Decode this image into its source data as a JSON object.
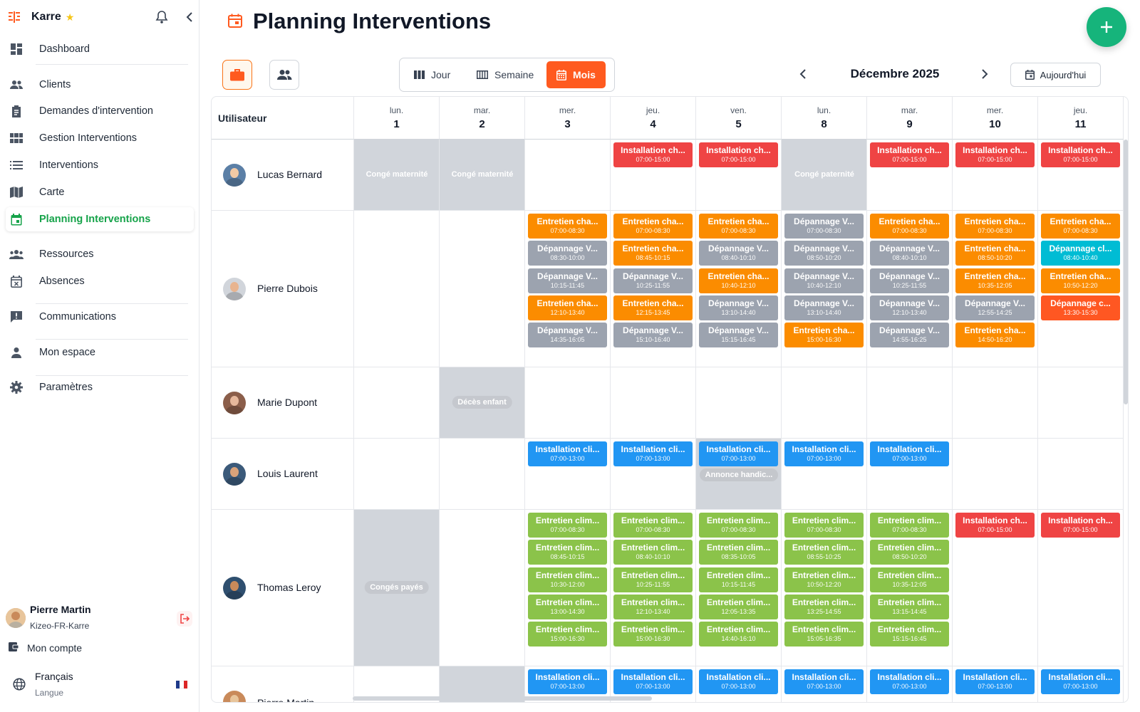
{
  "brand": {
    "name": "Karre",
    "star": "★"
  },
  "colors": {
    "accent": "#ff5a1f",
    "active_nav": "#16a34a",
    "fab": "#16b47b"
  },
  "nav": [
    {
      "label": "Dashboard",
      "icon": "dashboard-icon"
    },
    {
      "label": "Clients",
      "icon": "people-icon"
    },
    {
      "label": "Demandes d'intervention",
      "icon": "clipboard-icon"
    },
    {
      "label": "Gestion Interventions",
      "icon": "grid-icon"
    },
    {
      "label": "Interventions",
      "icon": "list-icon"
    },
    {
      "label": "Carte",
      "icon": "map-icon"
    },
    {
      "label": "Planning Interventions",
      "icon": "calendar-icon",
      "active": true
    },
    {
      "label": "Ressources",
      "icon": "groups-icon"
    },
    {
      "label": "Absences",
      "icon": "calendar-x-icon"
    },
    {
      "label": "Communications",
      "icon": "message-alert-icon"
    },
    {
      "label": "Mon espace",
      "icon": "person-icon"
    },
    {
      "label": "Paramètres",
      "icon": "gear-icon"
    }
  ],
  "user": {
    "name": "Pierre Martin",
    "org": "Kizeo-FR-Karre"
  },
  "account": {
    "label": "Mon compte"
  },
  "language": {
    "name": "Français",
    "label": "Langue"
  },
  "page": {
    "title": "Planning Interventions"
  },
  "views": {
    "day": "Jour",
    "week": "Semaine",
    "month": "Mois",
    "active": "Mois"
  },
  "calendar": {
    "month_label": "Décembre 2025",
    "today": "Aujourd'hui"
  },
  "grid": {
    "user_header": "Utilisateur",
    "days": [
      {
        "name": "lun.",
        "num": "1"
      },
      {
        "name": "mar.",
        "num": "2"
      },
      {
        "name": "mer.",
        "num": "3"
      },
      {
        "name": "jeu.",
        "num": "4"
      },
      {
        "name": "ven.",
        "num": "5"
      },
      {
        "name": "lun.",
        "num": "8"
      },
      {
        "name": "mar.",
        "num": "9"
      },
      {
        "name": "mer.",
        "num": "10"
      },
      {
        "name": "jeu.",
        "num": "11"
      }
    ],
    "users": [
      "Lucas Bernard",
      "Pierre Dubois",
      "Marie Dupont",
      "Louis Laurent",
      "Thomas Leroy",
      "Pierre Martin"
    ],
    "absences": {
      "lucas_1": "Congé maternité",
      "lucas_2": "Congé maternité",
      "lucas_8": "Congé paternité",
      "marie_2": "Décès enfant",
      "louis_5": "Annonce handic...",
      "thomas_1": "Congés payés"
    },
    "events": {
      "lucas": [
        {
          "title": "Installation ch...",
          "time": "07:00-15:00"
        },
        {
          "title": "Installation ch...",
          "time": "07:00-15:00"
        },
        {
          "title": "Installation ch...",
          "time": "07:00-15:00"
        },
        {
          "title": "Installation ch...",
          "time": "07:00-15:00"
        },
        {
          "title": "Installation ch...",
          "time": "07:00-15:00"
        }
      ],
      "pierre_d": {
        "d3": [
          {
            "title": "Entretien cha...",
            "time": "07:00-08:30"
          },
          {
            "title": "Dépannage V...",
            "time": "08:30-10:00"
          },
          {
            "title": "Dépannage V...",
            "time": "10:15-11:45"
          },
          {
            "title": "Entretien cha...",
            "time": "12:10-13:40"
          },
          {
            "title": "Dépannage V...",
            "time": "14:35-16:05"
          }
        ],
        "d4": [
          {
            "title": "Entretien cha...",
            "time": "07:00-08:30"
          },
          {
            "title": "Entretien cha...",
            "time": "08:45-10:15"
          },
          {
            "title": "Dépannage V...",
            "time": "10:25-11:55"
          },
          {
            "title": "Entretien cha...",
            "time": "12:15-13:45"
          },
          {
            "title": "Dépannage V...",
            "time": "15:10-16:40"
          }
        ],
        "d5": [
          {
            "title": "Entretien cha...",
            "time": "07:00-08:30"
          },
          {
            "title": "Dépannage V...",
            "time": "08:40-10:10"
          },
          {
            "title": "Entretien cha...",
            "time": "10:40-12:10"
          },
          {
            "title": "Dépannage V...",
            "time": "13:10-14:40"
          },
          {
            "title": "Dépannage V...",
            "time": "15:15-16:45"
          }
        ],
        "d8": [
          {
            "title": "Dépannage V...",
            "time": "07:00-08:30"
          },
          {
            "title": "Dépannage V...",
            "time": "08:50-10:20"
          },
          {
            "title": "Dépannage V...",
            "time": "10:40-12:10"
          },
          {
            "title": "Dépannage V...",
            "time": "13:10-14:40"
          },
          {
            "title": "Entretien cha...",
            "time": "15:00-16:30"
          }
        ],
        "d9": [
          {
            "title": "Entretien cha...",
            "time": "07:00-08:30"
          },
          {
            "title": "Dépannage V...",
            "time": "08:40-10:10"
          },
          {
            "title": "Dépannage V...",
            "time": "10:25-11:55"
          },
          {
            "title": "Dépannage V...",
            "time": "12:10-13:40"
          },
          {
            "title": "Dépannage V...",
            "time": "14:55-16:25"
          }
        ],
        "d10": [
          {
            "title": "Entretien cha...",
            "time": "07:00-08:30"
          },
          {
            "title": "Entretien cha...",
            "time": "08:50-10:20"
          },
          {
            "title": "Entretien cha...",
            "time": "10:35-12:05"
          },
          {
            "title": "Dépannage V...",
            "time": "12:55-14:25"
          },
          {
            "title": "Entretien cha...",
            "time": "14:50-16:20"
          }
        ],
        "d11": [
          {
            "title": "Entretien cha...",
            "time": "07:00-08:30"
          },
          {
            "title": "Dépannage cl...",
            "time": "08:40-10:40"
          },
          {
            "title": "Entretien cha...",
            "time": "10:50-12:20"
          },
          {
            "title": "Dépannage c...",
            "time": "13:30-15:30"
          }
        ]
      },
      "louis": [
        {
          "title": "Installation cli...",
          "time": "07:00-13:00"
        },
        {
          "title": "Installation cli...",
          "time": "07:00-13:00"
        },
        {
          "title": "Installation cli...",
          "time": "07:00-13:00"
        },
        {
          "title": "Installation cli...",
          "time": "07:00-13:00"
        },
        {
          "title": "Installation cli...",
          "time": "07:00-13:00"
        }
      ],
      "thomas": {
        "d3": [
          {
            "title": "Entretien clim...",
            "time": "07:00-08:30"
          },
          {
            "title": "Entretien clim...",
            "time": "08:45-10:15"
          },
          {
            "title": "Entretien clim...",
            "time": "10:30-12:00"
          },
          {
            "title": "Entretien clim...",
            "time": "13:00-14:30"
          },
          {
            "title": "Entretien clim...",
            "time": "15:00-16:30"
          }
        ],
        "d4": [
          {
            "title": "Entretien clim...",
            "time": "07:00-08:30"
          },
          {
            "title": "Entretien clim...",
            "time": "08:40-10:10"
          },
          {
            "title": "Entretien clim...",
            "time": "10:25-11:55"
          },
          {
            "title": "Entretien clim...",
            "time": "12:10-13:40"
          },
          {
            "title": "Entretien clim...",
            "time": "15:00-16:30"
          }
        ],
        "d5": [
          {
            "title": "Entretien clim...",
            "time": "07:00-08:30"
          },
          {
            "title": "Entretien clim...",
            "time": "08:35-10:05"
          },
          {
            "title": "Entretien clim...",
            "time": "10:15-11:45"
          },
          {
            "title": "Entretien clim...",
            "time": "12:05-13:35"
          },
          {
            "title": "Entretien clim...",
            "time": "14:40-16:10"
          }
        ],
        "d8": [
          {
            "title": "Entretien clim...",
            "time": "07:00-08:30"
          },
          {
            "title": "Entretien clim...",
            "time": "08:55-10:25"
          },
          {
            "title": "Entretien clim...",
            "time": "10:50-12:20"
          },
          {
            "title": "Entretien clim...",
            "time": "13:25-14:55"
          },
          {
            "title": "Entretien clim...",
            "time": "15:05-16:35"
          }
        ],
        "d9": [
          {
            "title": "Entretien clim...",
            "time": "07:00-08:30"
          },
          {
            "title": "Entretien clim...",
            "time": "08:50-10:20"
          },
          {
            "title": "Entretien clim...",
            "time": "10:35-12:05"
          },
          {
            "title": "Entretien clim...",
            "time": "13:15-14:45"
          },
          {
            "title": "Entretien clim...",
            "time": "15:15-16:45"
          }
        ],
        "d10": [
          {
            "title": "Installation ch...",
            "time": "07:00-15:00"
          }
        ],
        "d11": [
          {
            "title": "Installation ch...",
            "time": "07:00-15:00"
          }
        ]
      },
      "pierre_m": [
        {
          "title": "Installation cli...",
          "time": "07:00-13:00"
        },
        {
          "title": "Installation cli...",
          "time": "07:00-13:00"
        },
        {
          "title": "Installation cli...",
          "time": "07:00-13:00"
        },
        {
          "title": "Installation cli...",
          "time": "07:00-13:00"
        },
        {
          "title": "Installation cli...",
          "time": "07:00-13:00"
        },
        {
          "title": "Installation cli...",
          "time": "07:00-13:00"
        },
        {
          "title": "Installation cli...",
          "time": "07:00-13:00"
        }
      ]
    }
  }
}
